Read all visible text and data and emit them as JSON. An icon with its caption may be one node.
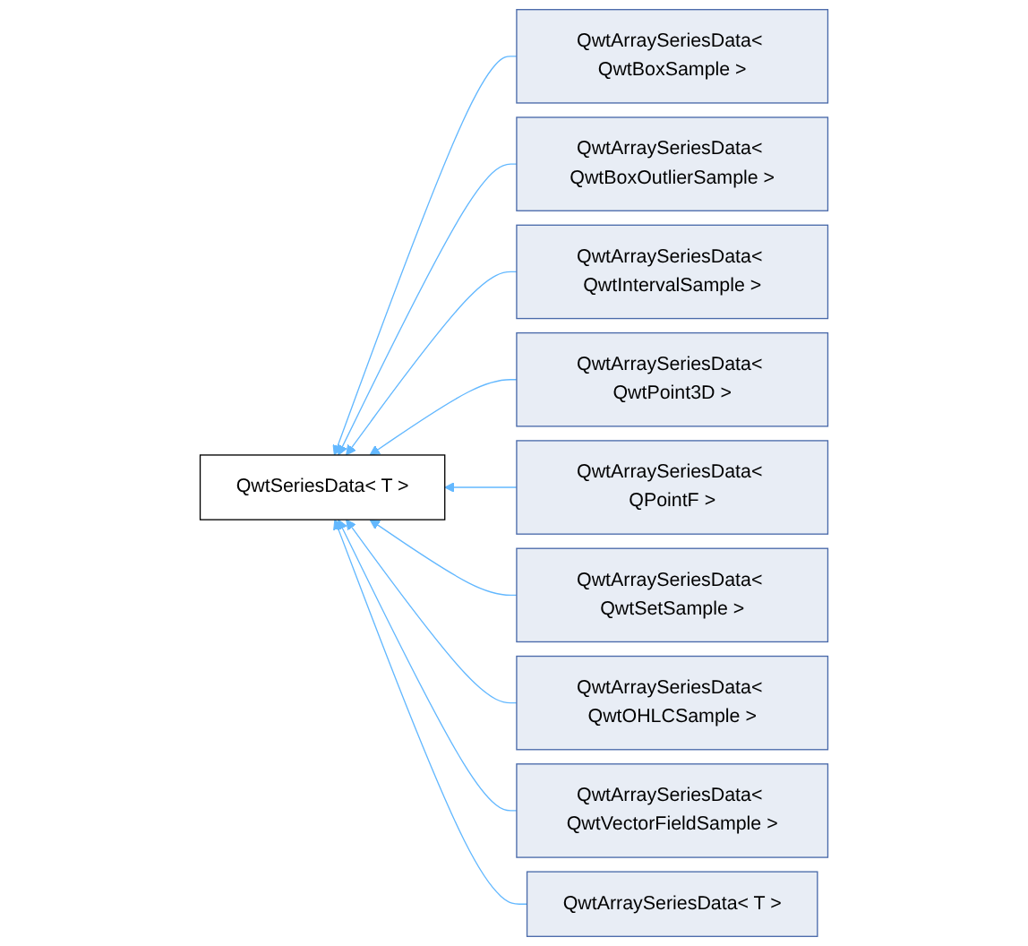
{
  "diagram": {
    "nodes": [
      {
        "text": [
          "QwtSeriesData< T >"
        ]
      },
      {
        "text": [
          "QwtArraySeriesData< QwtBoxSample >"
        ]
      },
      {
        "text": [
          "QwtArraySeriesData< QwtBoxOutlierSample >"
        ]
      },
      {
        "text": [
          "QwtArraySeriesData< QwtIntervalSample >"
        ]
      },
      {
        "text": [
          "QwtArraySeriesData< QwtPoint3D >"
        ]
      },
      {
        "text": [
          "QwtArraySeriesData< QPointF >"
        ]
      },
      {
        "text": [
          "QwtArraySeriesData< QwtSetSample >"
        ]
      },
      {
        "text": [
          "QwtArraySeriesData< QwtOHLCSample >"
        ]
      },
      {
        "text": [
          "QwtArraySeriesData< QwtVectorFieldSample >"
        ]
      },
      {
        "text": [
          "QwtArraySeriesData< T >"
        ]
      }
    ],
    "edges": [
      {
        "from": 1,
        "to": 0,
        "arrow": "to"
      },
      {
        "from": 2,
        "to": 0,
        "arrow": "to"
      },
      {
        "from": 3,
        "to": 0,
        "arrow": "to"
      },
      {
        "from": 4,
        "to": 0,
        "arrow": "to"
      },
      {
        "from": 5,
        "to": 0,
        "arrow": "to"
      },
      {
        "from": 6,
        "to": 0,
        "arrow": "to"
      },
      {
        "from": 7,
        "to": 0,
        "arrow": "to"
      },
      {
        "from": 8,
        "to": 0,
        "arrow": "to"
      },
      {
        "from": 9,
        "to": 0,
        "arrow": "to"
      }
    ]
  }
}
